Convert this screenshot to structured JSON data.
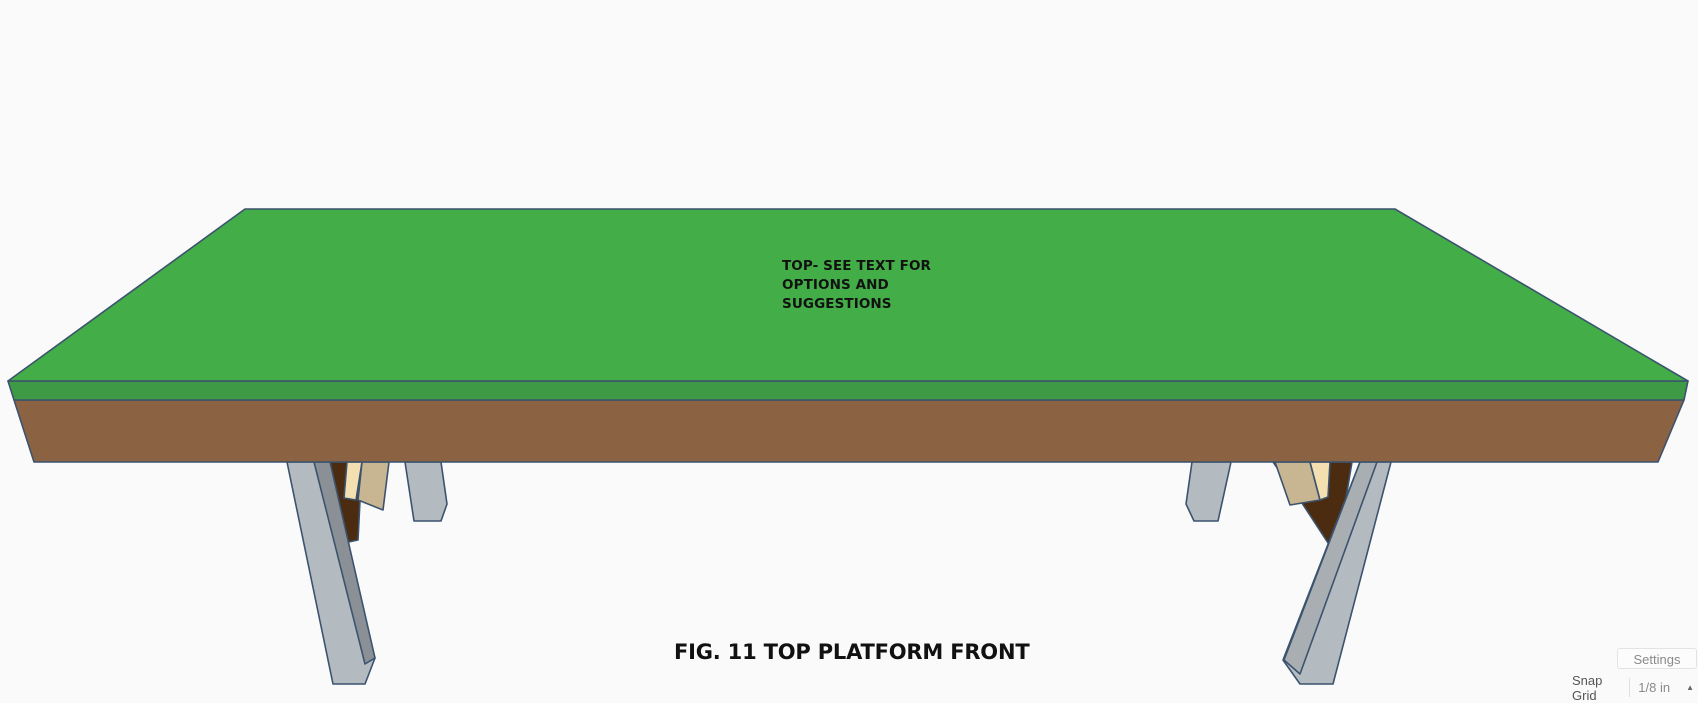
{
  "canvas": {
    "top_label_lines": [
      "TOP- SEE TEXT FOR",
      "OPTIONS AND",
      "SUGGESTIONS"
    ],
    "figure_caption": "FIG. 11 TOP PLATFORM FRONT"
  },
  "model_colors": {
    "top_face": "#43ad48",
    "top_edge": "#3e9a44",
    "front_board": "#8b6342",
    "leg_light": "#b4bbc0",
    "leg_dark": "#8a9095",
    "brace_dark": "#4c2c10",
    "block_light": "#f3dfb0",
    "block_tan": "#c8b592",
    "outline": "#3b536e"
  },
  "settings": {
    "label": "Settings"
  },
  "snap_grid": {
    "label": "Snap Grid",
    "value": "1/8 in",
    "caret_icon": "caret-up-icon"
  }
}
